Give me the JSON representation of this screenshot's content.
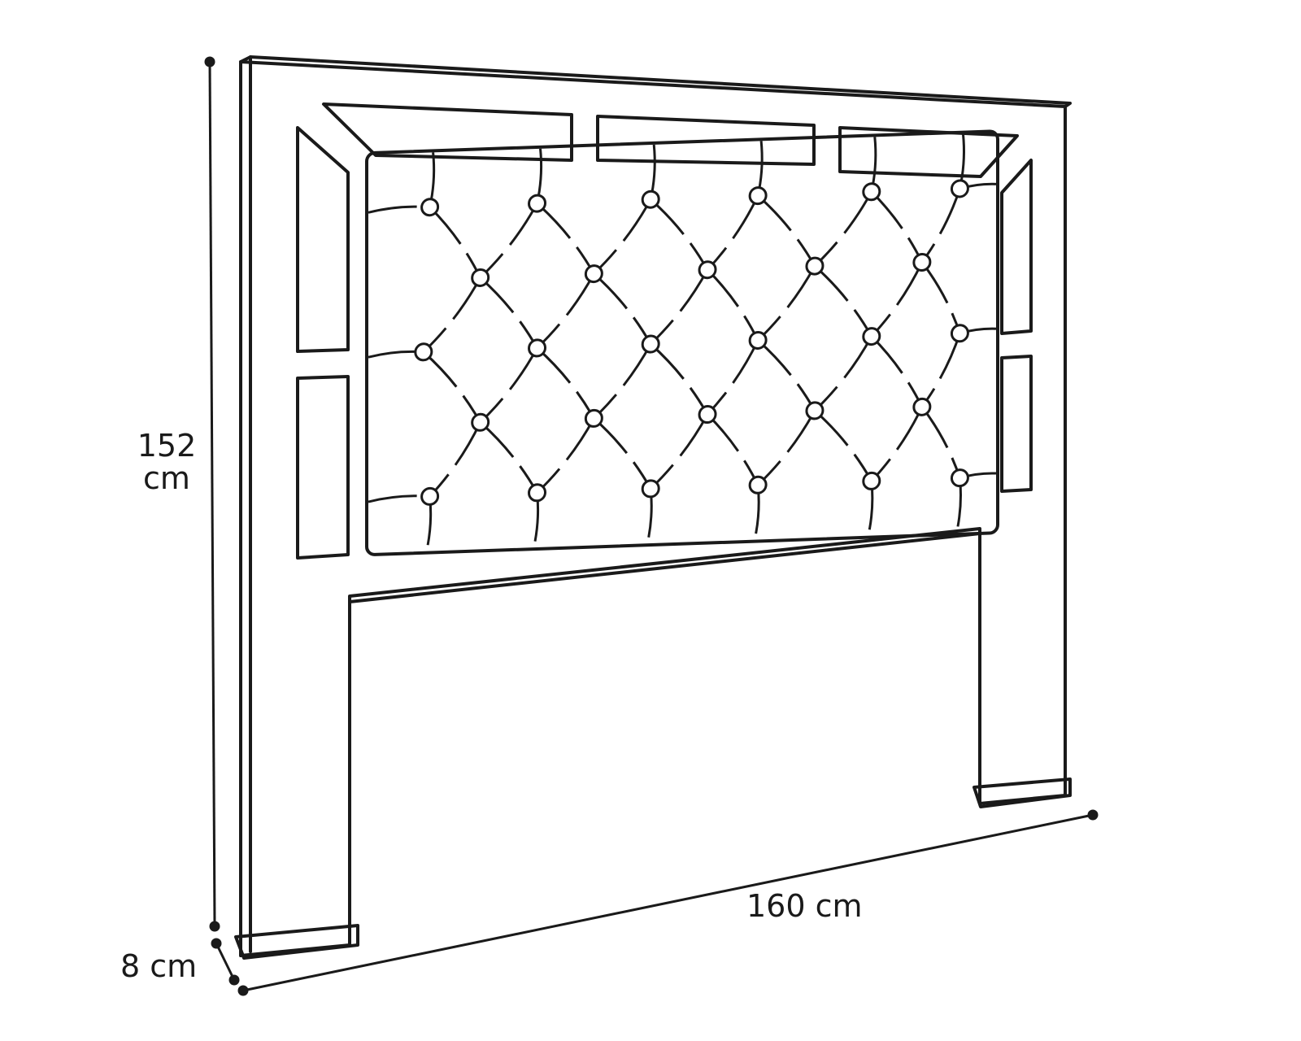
{
  "dimensions": {
    "height": {
      "value": "152",
      "unit": "cm"
    },
    "width": "160 cm",
    "depth": "8 cm"
  },
  "tufting": {
    "rows": [
      [
        0.1,
        0.27,
        0.45,
        0.62,
        0.8,
        0.94
      ],
      [
        0.18,
        0.36,
        0.54,
        0.71,
        0.88
      ],
      [
        0.09,
        0.27,
        0.45,
        0.62,
        0.8,
        0.94
      ],
      [
        0.18,
        0.36,
        0.54,
        0.71,
        0.88
      ],
      [
        0.1,
        0.27,
        0.45,
        0.62,
        0.8,
        0.94
      ]
    ]
  },
  "colors": {
    "line": "#1a1a1a",
    "background": "#ffffff"
  }
}
